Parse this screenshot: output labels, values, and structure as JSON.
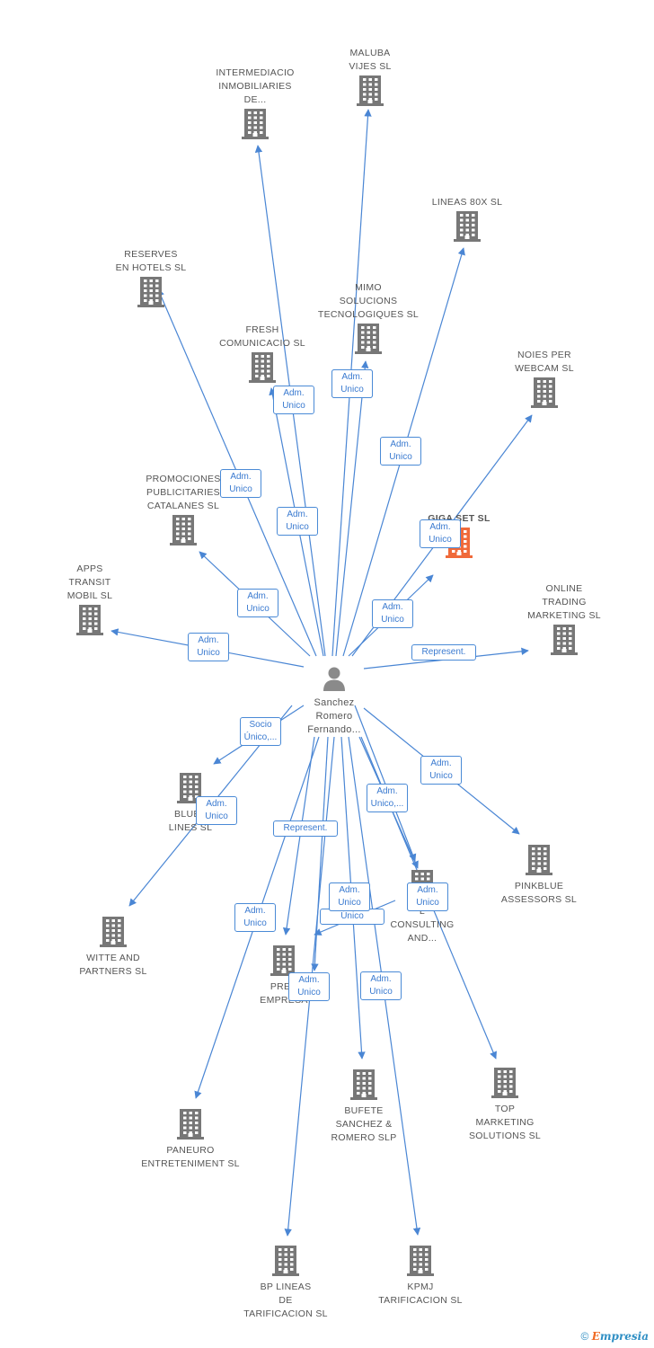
{
  "colors": {
    "edge": "#4a86d4",
    "building": "#777777",
    "highlight": "#f06a3a",
    "person": "#8a8a8a"
  },
  "center": {
    "name_lines": [
      "Sanchez",
      "Romero",
      "Fernando..."
    ],
    "icon": "person-icon"
  },
  "companies": [
    {
      "id": "maluba",
      "lines": [
        "MALUBA",
        "VIJES SL"
      ]
    },
    {
      "id": "intermediacio",
      "lines": [
        "INTERMEDIACIO",
        "INMOBILIARIES",
        "DE..."
      ]
    },
    {
      "id": "lineas80x",
      "lines": [
        "LINEAS 80X SL"
      ]
    },
    {
      "id": "reserves",
      "lines": [
        "RESERVES",
        "EN HOTELS SL"
      ]
    },
    {
      "id": "mimo",
      "lines": [
        "MIMO",
        "SOLUCIONS",
        "TECNOLOGIQUES SL"
      ]
    },
    {
      "id": "fresh",
      "lines": [
        "FRESH",
        "COMUNICACIO SL"
      ]
    },
    {
      "id": "noies",
      "lines": [
        "NOIES PER",
        "WEBCAM SL"
      ]
    },
    {
      "id": "promociones",
      "lines": [
        "PROMOCIONES",
        "PUBLICITARIES",
        "CATALANES SL"
      ]
    },
    {
      "id": "gigaset",
      "lines": [
        "GIGA SET SL"
      ],
      "highlight": true
    },
    {
      "id": "apps",
      "lines": [
        "APPS",
        "TRANSIT",
        "MOBIL SL"
      ]
    },
    {
      "id": "online",
      "lines": [
        "ONLINE",
        "TRADING",
        "MARKETING SL"
      ]
    },
    {
      "id": "blues",
      "lines": [
        "BLUES",
        "LINES SL"
      ]
    },
    {
      "id": "pinkblue",
      "lines": [
        "PINKBLUE",
        "ASSESSORS SL"
      ]
    },
    {
      "id": "witte",
      "lines": [
        "WITTE AND",
        "PARTNERS SL"
      ]
    },
    {
      "id": "consulting",
      "lines": [
        "L",
        "CONSULTING",
        "AND..."
      ]
    },
    {
      "id": "pren",
      "lines": [
        "PREN",
        "EMPRESA"
      ]
    },
    {
      "id": "paneuro",
      "lines": [
        "PANEURO",
        "ENTRETENIMENT SL"
      ]
    },
    {
      "id": "bufete",
      "lines": [
        "BUFETE",
        "SANCHEZ &",
        "ROMERO SLP"
      ]
    },
    {
      "id": "top",
      "lines": [
        "TOP",
        "MARKETING",
        "SOLUTIONS SL"
      ]
    },
    {
      "id": "bplineas",
      "lines": [
        "BP LINEAS",
        "DE",
        "TARIFICACION SL"
      ]
    },
    {
      "id": "kpmj",
      "lines": [
        "KPMJ",
        "TARIFICACION SL"
      ]
    }
  ],
  "relations": [
    {
      "target": "maluba",
      "lines": [
        "Adm.",
        "Unico"
      ]
    },
    {
      "target": "intermediacio",
      "lines": [
        "Adm.",
        "Unico"
      ]
    },
    {
      "target": "lineas80x",
      "lines": [
        "Adm.",
        "Unico"
      ]
    },
    {
      "target": "reserves",
      "lines": [
        "Adm.",
        "Unico"
      ]
    },
    {
      "target": "mimo",
      "lines": [
        "Adm.",
        "Unico"
      ]
    },
    {
      "target": "fresh",
      "lines": [
        "Adm.",
        "Unico"
      ]
    },
    {
      "target": "noies",
      "lines": [
        "Adm.",
        "Unico"
      ]
    },
    {
      "target": "promociones",
      "lines": [
        "Adm.",
        "Unico"
      ]
    },
    {
      "target": "gigaset",
      "lines": [
        "Adm.",
        "Unico"
      ]
    },
    {
      "target": "apps",
      "lines": [
        "Adm.",
        "Unico"
      ]
    },
    {
      "target": "online",
      "lines": [
        "Represent."
      ]
    },
    {
      "target": "blues",
      "lines": [
        "Socio",
        "Único,..."
      ]
    },
    {
      "target": "pinkblue",
      "lines": [
        "Adm.",
        "Unico"
      ]
    },
    {
      "target": "witte",
      "lines": [
        "Adm.",
        "Unico"
      ]
    },
    {
      "target": "consulting",
      "lines": [
        "Adm.",
        "Unico,..."
      ]
    },
    {
      "target": "pren",
      "lines": [
        "Represent."
      ]
    },
    {
      "target": "pren",
      "lines": [
        "Adm.",
        "Unico"
      ]
    },
    {
      "target": "consulting",
      "lines": [
        "Adm.",
        "Unico"
      ]
    },
    {
      "target": "pren",
      "lines": [
        "Único"
      ]
    },
    {
      "target": "paneuro",
      "lines": [
        "Adm.",
        "Unico"
      ]
    },
    {
      "target": "bplineas",
      "lines": [
        "Adm.",
        "Unico"
      ]
    },
    {
      "target": "bufete",
      "lines": [
        "Adm.",
        "Unico"
      ]
    },
    {
      "target": "kpmj",
      "lines": [
        "Adm.",
        "Unico"
      ]
    },
    {
      "target": "top",
      "lines": [
        "Adm.",
        "Unico"
      ]
    }
  ],
  "footer": {
    "copyright": "©",
    "brand_e": "E",
    "brand_rest": "mpresia"
  }
}
